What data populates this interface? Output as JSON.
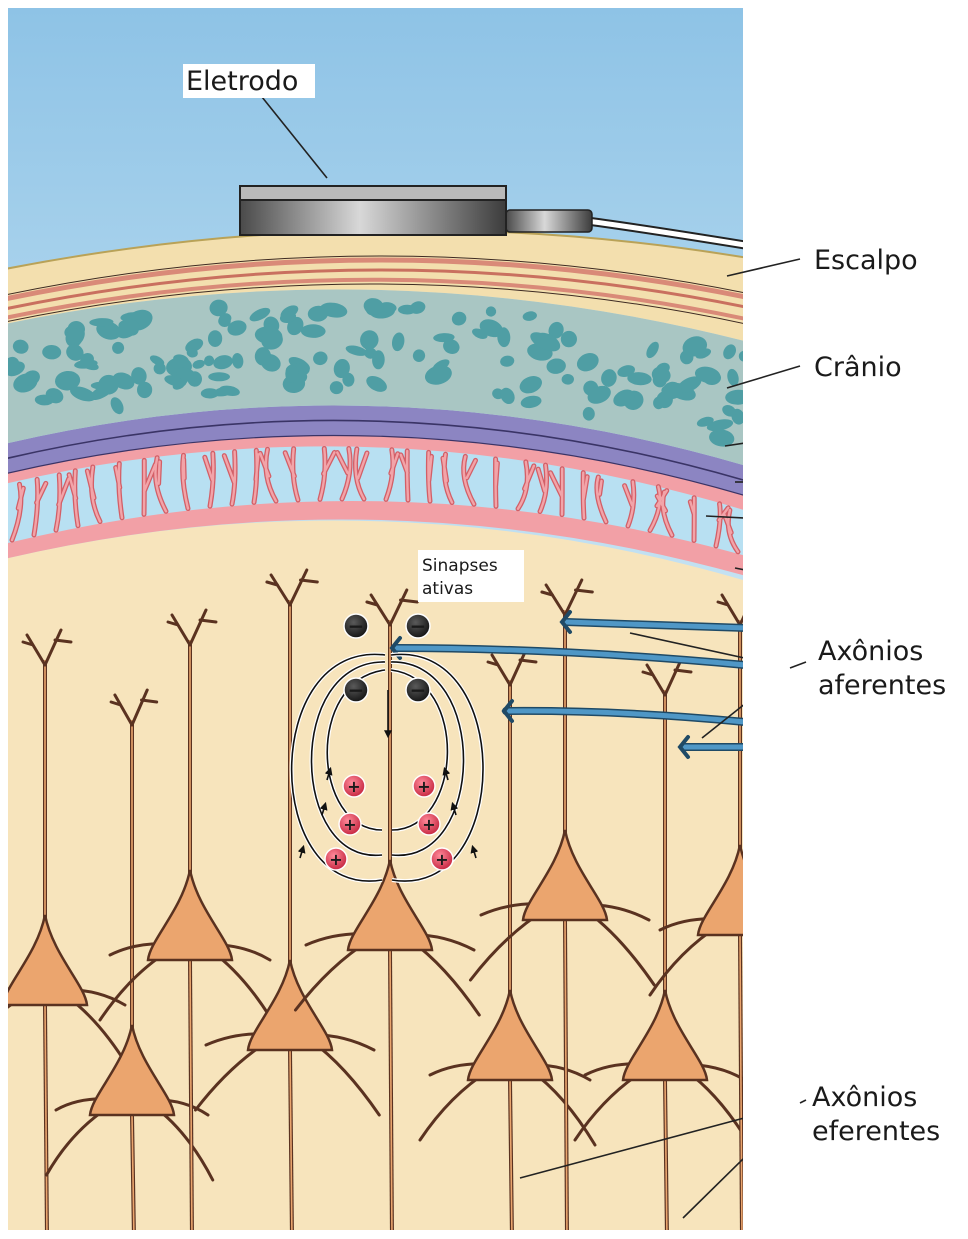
{
  "labels": {
    "electrode": "Eletrodo",
    "scalp": "Escalpo",
    "skull": "Crânio",
    "active_synapses": [
      "Sinapses",
      "ativas"
    ],
    "afferent_axons": [
      "Axônios",
      "aferentes"
    ],
    "efferent_axons": [
      "Axônios",
      "eferentes"
    ]
  },
  "charges": {
    "negative_symbol": "−",
    "positive_symbol": "+"
  },
  "colors": {
    "sky": "#a9d3ec",
    "scalp": "#f3dfae",
    "scalp_stripes": "#d98a78",
    "skull": "#a9c6c3",
    "skull_granules": "#4f9ea4",
    "dura": "#8c85c2",
    "arachnoid": "#f2a0a6",
    "vessels": "#e2797f",
    "cortex": "#f7e4bc",
    "neuron_body": "#eba56e",
    "neuron_outline": "#5a3220",
    "afferent_axon": "#3f87b8",
    "negative_charge": "#222222",
    "positive_charge": "#d5344c",
    "electrode": "#555555"
  }
}
